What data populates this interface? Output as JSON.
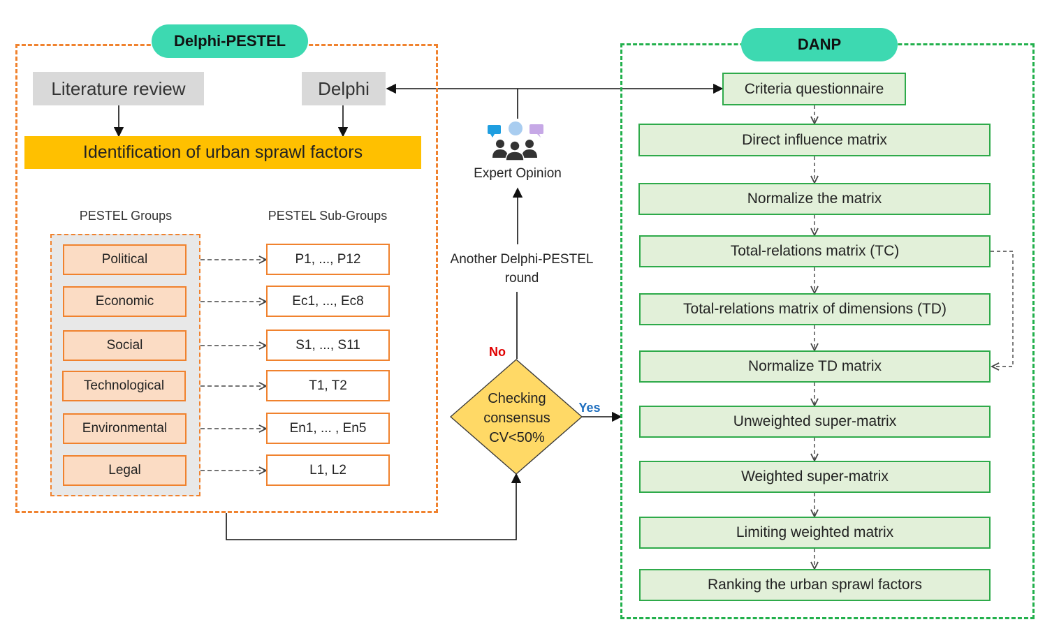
{
  "colors": {
    "orange_frame": "#f0822e",
    "green_frame": "#22b04c",
    "teal_pill": "#3dd9b1",
    "identification_bar": "#ffc000",
    "decision_fill": "#ffd966",
    "step_fill": "#e2f0d9",
    "no_text": "#e00000",
    "yes_text": "#1f6fbf"
  },
  "delphi_pestel": {
    "title": "Delphi-PESTEL",
    "literature_review": "Literature review",
    "delphi": "Delphi",
    "identification": "Identification of urban sprawl factors",
    "groups_heading": "PESTEL Groups",
    "subgroups_heading": "PESTEL Sub-Groups",
    "rows": [
      {
        "group": "Political",
        "subgroup": "P1, ..., P12"
      },
      {
        "group": "Economic",
        "subgroup": "Ec1, ..., Ec8"
      },
      {
        "group": "Social",
        "subgroup": "S1, ..., S11"
      },
      {
        "group": "Technological",
        "subgroup": "T1, T2"
      },
      {
        "group": "Environmental",
        "subgroup": "En1, ... , En5"
      },
      {
        "group": "Legal",
        "subgroup": "L1, L2"
      }
    ]
  },
  "middle": {
    "expert_icon": "people-discussion-icon",
    "expert_opinion": "Expert Opinion",
    "another_round_line1": "Another Delphi-PESTEL",
    "another_round_line2": "round",
    "decision_line1": "Checking",
    "decision_line2": "consensus",
    "decision_line3": "CV<50%",
    "no": "No",
    "yes": "Yes"
  },
  "danp": {
    "title": "DANP",
    "steps": [
      "Criteria questionnaire",
      "Direct influence matrix",
      "Normalize the matrix",
      "Total-relations matrix (TC)",
      "Total-relations matrix of dimensions (TD)",
      "Normalize TD matrix",
      "Unweighted super-matrix",
      "Weighted super-matrix",
      "Limiting weighted matrix",
      "Ranking the urban sprawl factors"
    ]
  }
}
